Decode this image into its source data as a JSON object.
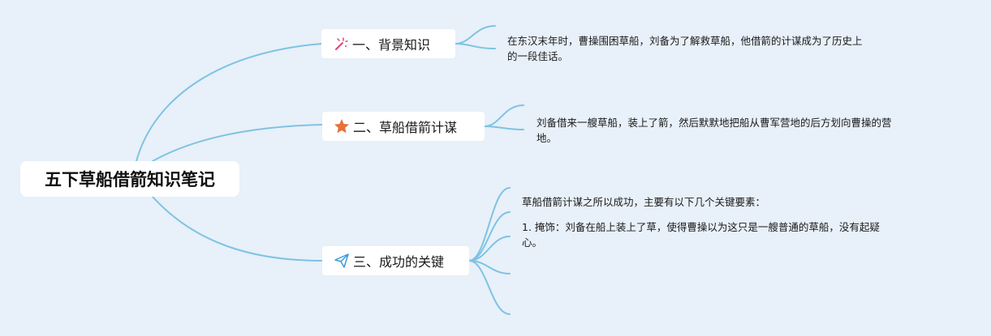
{
  "root": {
    "title": "五下草船借箭知识笔记"
  },
  "branches": [
    {
      "label": "一、背景知识",
      "icon": "magic-wand-icon",
      "notes": [
        "在东汉末年时，曹操围困草船，刘备为了解救草船，他借箭的计谋成为了历史上",
        "的一段佳话。"
      ]
    },
    {
      "label": "二、草船借箭计谋",
      "icon": "star-icon",
      "notes": [
        "刘备借来一艘草船，装上了箭，然后默默地把船从曹军营地的后方划向曹操的营",
        "地。"
      ]
    },
    {
      "label": "三、成功的关键",
      "icon": "paper-plane-icon",
      "notes": [
        "草船借箭计谋之所以成功，主要有以下几个关键要素：",
        "1. 掩饰：刘备在船上装上了草，使得曹操以为这只是一艘普通的草船，没有起疑",
        "心。"
      ]
    }
  ],
  "colors": {
    "line": "#7ec3e3",
    "background": "#e8f0f9",
    "star": "#e8703a",
    "wand": "#e0447a",
    "plane": "#3a9ad9"
  }
}
